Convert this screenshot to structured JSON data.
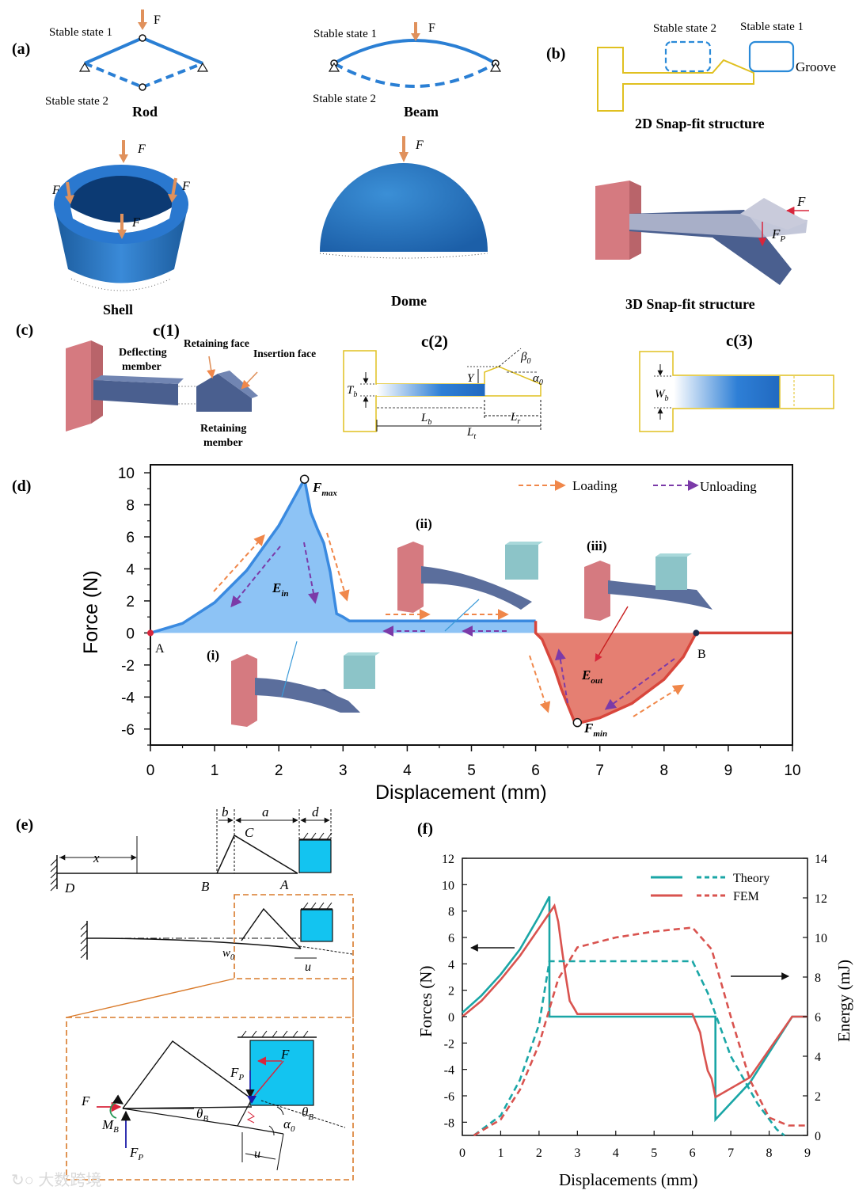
{
  "panel_letters": {
    "a": "(a)",
    "b": "(b)",
    "c": "(c)",
    "d": "(d)",
    "e": "(e)",
    "f": "(f)"
  },
  "panel_a": {
    "rod": {
      "stable1": "Stable state 1",
      "stable2": "Stable state 2",
      "force": "F",
      "name": "Rod"
    },
    "beam": {
      "stable1": "Stable state 1",
      "stable2": "Stable state 2",
      "force": "F",
      "name": "Beam"
    },
    "shell": {
      "name": "Shell",
      "force": "F"
    },
    "dome": {
      "name": "Dome",
      "force": "F"
    }
  },
  "panel_b": {
    "stable2": "Stable state 2",
    "stable1": "Stable state 1",
    "groove": "Groove",
    "title_2d": "2D Snap-fit structure",
    "title_3d": "3D Snap-fit structure",
    "f": "F",
    "fp": "F",
    "fp_sub": "P"
  },
  "panel_c": {
    "c1": "c(1)",
    "c2": "c(2)",
    "c3": "c(3)",
    "deflecting": "Deflecting",
    "member": "member",
    "retaining_face": "Retaining face",
    "insertion_face": "Insertion face",
    "retaining": "Retaining",
    "retaining_member": "member",
    "Tb": "T",
    "Tb_sub": "b",
    "Y": "Y",
    "beta": "β",
    "beta_sub": "0",
    "alpha": "α",
    "alpha_sub": "0",
    "Lb": "L",
    "Lb_sub": "b",
    "Lr": "L",
    "Lr_sub": "r",
    "Lt": "L",
    "Lt_sub": "t",
    "Wb": "W",
    "Wb_sub": "b"
  },
  "panel_d": {
    "xlabel": "Displacement (mm)",
    "ylabel": "Force (N)",
    "legend_loading": "Loading",
    "legend_unloading": "Unloading",
    "fmax": "F",
    "fmax_sub": "max",
    "fmin": "F",
    "fmin_sub": "min",
    "ein": "E",
    "ein_sub": "in",
    "eout": "E",
    "eout_sub": "out",
    "label_i": "(i)",
    "label_ii": "(ii)",
    "label_iii": "(iii)",
    "point_a": "A",
    "point_b": "B",
    "colors": {
      "fill_pos": "#8dc3f5",
      "line_pos": "#3a8ae0",
      "fill_neg": "#e57f72",
      "line_neg": "#d8463c",
      "loading": "#f0874a",
      "unloading": "#7b3aa8"
    }
  },
  "panel_e": {
    "b": "b",
    "a": "a",
    "d": "d",
    "x": "x",
    "C": "C",
    "D": "D",
    "B": "B",
    "A": "A",
    "w0": "w",
    "w0_sub": "0",
    "u": "u",
    "F": "F",
    "Fp": "F",
    "Fp_sub": "P",
    "MB": "M",
    "MB_sub": "B",
    "theta": "θ",
    "theta_sub": "B",
    "alpha": "α",
    "alpha_sub": "0"
  },
  "chart_data": [
    {
      "type": "area",
      "title": "",
      "xlabel": "Displacement (mm)",
      "ylabel": "Force (N)",
      "xlim": [
        0,
        10
      ],
      "ylim": [
        -7,
        10.5
      ],
      "xticks": [
        "0",
        "1",
        "2",
        "3",
        "4",
        "5",
        "6",
        "7",
        "8",
        "9",
        "10"
      ],
      "yticks": [
        "10",
        "8",
        "6",
        "4",
        "2",
        "0",
        "-2",
        "-4",
        "-6"
      ],
      "series": [
        {
          "name": "Loading",
          "x": [
            0,
            0.5,
            1.0,
            1.5,
            2.0,
            2.4,
            2.5,
            2.6,
            2.7,
            2.8,
            2.9,
            3.0,
            3.1,
            6.0
          ],
          "y": [
            0,
            0.6,
            1.9,
            3.9,
            6.7,
            9.6,
            7.5,
            6.5,
            5.6,
            3.8,
            1.2,
            1.0,
            0.75,
            0.75
          ]
        },
        {
          "name": "Unloading",
          "x": [
            6.0,
            6.1,
            6.3,
            6.4,
            6.5,
            6.6,
            6.7,
            7.0,
            7.5,
            8.0,
            8.3,
            8.5,
            10
          ],
          "y": [
            0,
            -0.4,
            -2.3,
            -3.5,
            -4.5,
            -5.5,
            -5.6,
            -5.3,
            -4.4,
            -2.9,
            -1.5,
            0,
            0
          ]
        }
      ],
      "grid": false,
      "legend": "top-right"
    },
    {
      "type": "line",
      "title": "",
      "xlabel": "Displacements (mm)",
      "ylabel": "Forces (N)",
      "y2label": "Energy (mJ)",
      "xlim": [
        0,
        9
      ],
      "ylim": [
        -9,
        12
      ],
      "y2lim": [
        0,
        14
      ],
      "xticks": [
        "0",
        "1",
        "2",
        "3",
        "4",
        "5",
        "6",
        "7",
        "8",
        "9"
      ],
      "yticks": [
        "12",
        "10",
        "8",
        "6",
        "4",
        "2",
        "0",
        "-2",
        "-4",
        "-6",
        "-8"
      ],
      "y2ticks": [
        "14",
        "12",
        "10",
        "8",
        "6",
        "4",
        "2",
        "0"
      ],
      "legend_labels": [
        "Theory",
        "FEM"
      ],
      "series": [
        {
          "name": "Theory",
          "axis": "force",
          "x": [
            0,
            0.5,
            1.0,
            1.5,
            2.0,
            2.27,
            2.27,
            6.6,
            6.6,
            7.5,
            8.6,
            9.0
          ],
          "y": [
            0.3,
            1.6,
            3.2,
            5.1,
            7.6,
            9.1,
            0,
            0,
            -7.8,
            -5.0,
            0,
            0
          ]
        },
        {
          "name": "FEM",
          "axis": "force",
          "x": [
            0,
            0.5,
            1.0,
            1.5,
            2.0,
            2.4,
            2.5,
            2.6,
            2.7,
            2.8,
            2.9,
            3.0,
            6.0,
            6.2,
            6.3,
            6.4,
            6.5,
            6.6,
            7.5,
            8.6,
            9.0
          ],
          "y": [
            0,
            1.2,
            2.8,
            4.6,
            6.7,
            8.4,
            7.2,
            5.0,
            3.0,
            1.2,
            0.7,
            0.2,
            0.2,
            -1.2,
            -2.8,
            -4.1,
            -4.7,
            -6.1,
            -4.6,
            0,
            0
          ]
        },
        {
          "name": "Theory",
          "axis": "energy",
          "x": [
            0.3,
            1.0,
            1.5,
            2.0,
            2.27,
            6.0,
            6.4,
            7.0,
            7.7,
            8.2,
            8.4
          ],
          "y": [
            0,
            1.0,
            2.8,
            5.6,
            8.8,
            8.8,
            7.2,
            4.0,
            1.6,
            0.3,
            0
          ]
        },
        {
          "name": "FEM",
          "axis": "energy",
          "x": [
            0.3,
            1.0,
            1.5,
            2.0,
            2.5,
            3.0,
            4.0,
            5.0,
            6.0,
            6.5,
            7.0,
            7.5,
            8.0,
            8.5,
            9.0
          ],
          "y": [
            0,
            0.8,
            2.3,
            4.6,
            7.9,
            9.5,
            10.0,
            10.3,
            10.5,
            9.4,
            6.0,
            2.8,
            0.9,
            0.5,
            0.5
          ]
        }
      ],
      "colors": {
        "Theory": "#1aa6a6",
        "FEM": "#d9534f"
      },
      "grid": false,
      "legend": "top-right"
    }
  ]
}
